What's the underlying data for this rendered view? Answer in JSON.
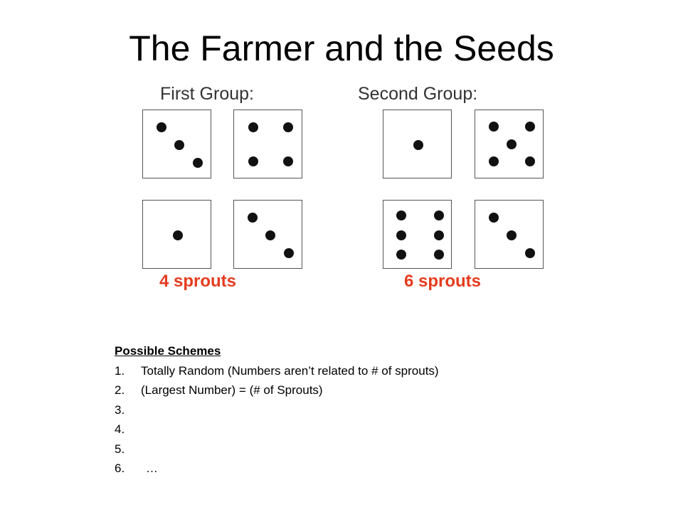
{
  "title": "The Farmer and the Seeds",
  "groups": [
    {
      "label": "First Group:",
      "sprouts": "4 sprouts",
      "dice": [
        3,
        4,
        1,
        3
      ]
    },
    {
      "label": "Second Group:",
      "sprouts": "6 sprouts",
      "dice": [
        1,
        5,
        6,
        3
      ]
    }
  ],
  "colors": {
    "sprouts": "#e53b1e",
    "label": "#333333"
  },
  "schemes": {
    "heading": "Possible Schemes",
    "items": [
      {
        "num": "1.",
        "text": "Totally Random (Numbers aren’t related to # of sprouts)"
      },
      {
        "num": "2.",
        "text": "(Largest Number) = (# of Sprouts)"
      },
      {
        "num": "3.",
        "text": ""
      },
      {
        "num": "4.",
        "text": ""
      },
      {
        "num": "5.",
        "text": ""
      },
      {
        "num": "6.",
        "text": "…"
      }
    ]
  }
}
